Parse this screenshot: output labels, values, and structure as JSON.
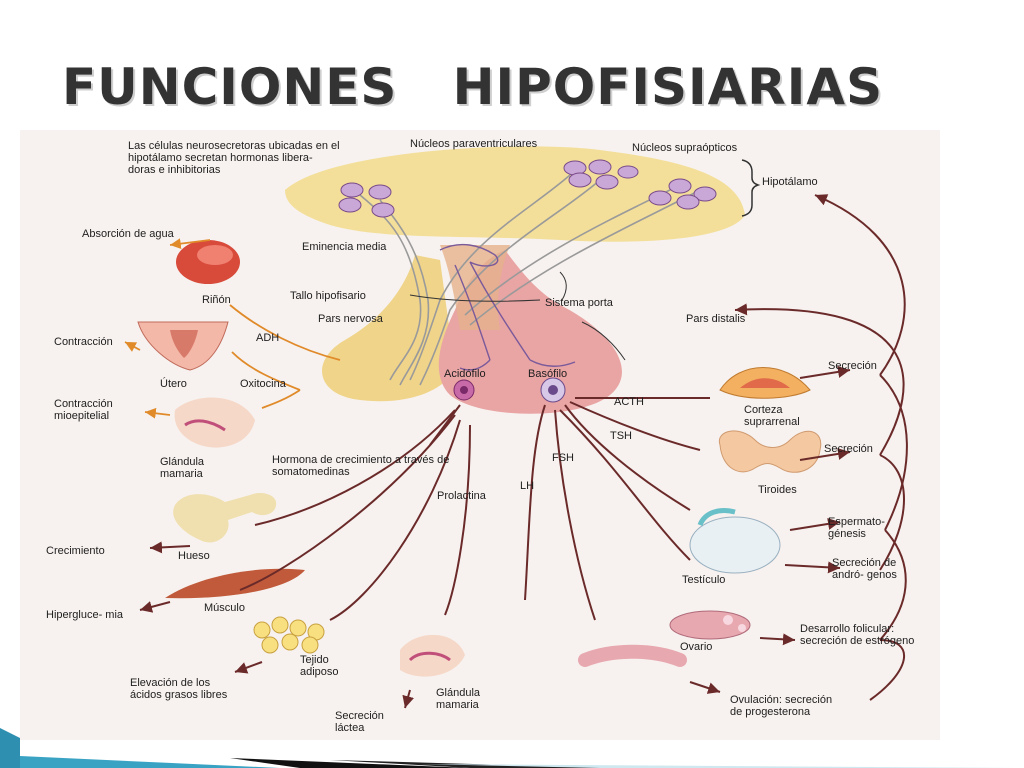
{
  "title": "FUNCIONES   HIPOFISIARIAS",
  "labels": {
    "celulas": "Las células neurosecretoras ubicadas en el hipotálamo secretan hormonas libera- doras e inhibitorias",
    "paraventriculares": "Núcleos paraventriculares",
    "supraopticos": "Núcleos supraópticos",
    "hipotalamo": "Hipotálamo",
    "absorcion": "Absorción de agua",
    "rinon": "Riñón",
    "eminencia": "Eminencia media",
    "tallo": "Tallo hipofisario",
    "sistema_porta": "Sistema porta",
    "pars_distalis": "Pars distalis",
    "pars_nervosa": "Pars nervosa",
    "adh": "ADH",
    "contraccion": "Contracción",
    "utero": "Útero",
    "oxitocina": "Oxitocina",
    "acidofilo": "Acidófilo",
    "basofilo": "Basófilo",
    "contraccion_mio": "Contracción mioepitelial",
    "glandula_1": "Glándula mamaria",
    "hormona_crecimiento": "Hormona de crecimiento a través de somatomedinas",
    "acth": "ACTH",
    "tsh": "TSH",
    "fsh": "FSH",
    "lh": "LH",
    "prolactina": "Prolactina",
    "secrecion_1": "Secreción",
    "corteza": "Corteza suprarrenal",
    "secrecion_2": "Secreción",
    "tiroides": "Tiroides",
    "hueso": "Hueso",
    "crecimiento": "Crecimiento",
    "espermato": "Espermato- génesis",
    "testiculo": "Testículo",
    "secrecion_andro": "Secreción de andró- genos",
    "musculo": "Músculo",
    "hiperglucemia": "Hiperglucе- mia",
    "tejido": "Tejido adiposo",
    "ovario": "Ovario",
    "desarrollo": "Desarrollo folicular: secreción de estrógeno",
    "elevacion": "Elevación de los ácidos grasos libres",
    "glandula_2": "Glándula mamaria",
    "secrecion_lactea": "Secreción láctea",
    "ovulacion": "Ovulación: secreción de progesterona"
  },
  "colors": {
    "hypothalamus": "#f3df9a",
    "gland": "#e9a4a4",
    "arrow": "#6b2a2a",
    "orange_arrow": "#e08a2a",
    "axon": "#9a9a9a",
    "cell": "#9a5aa0"
  }
}
